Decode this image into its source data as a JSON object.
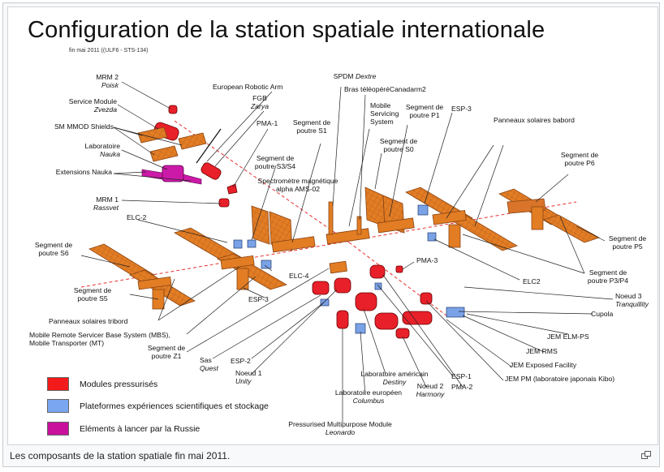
{
  "title": "Configuration de la station spatiale internationale",
  "subtitle": "fin mai 2011 ((ULF6 - STS-134)",
  "caption": "Les composants de la station spatiale fin mai 2011.",
  "colors": {
    "truss": "#e0802a",
    "truss_dark": "#a8521a",
    "pressurized": "#e8202a",
    "platform": "#7aa2e6",
    "russia": "#cc1aa8",
    "leader": "#222222",
    "axis": "#e83030"
  },
  "labels": {
    "mrm2": "MRM 2",
    "poisk": "Poisk",
    "service_module": "Service Module",
    "zvezda": "Zvezda",
    "sm_mmod": "SM MMOD Shields",
    "laboratoire": "Laboratoire",
    "nauka": "Nauka",
    "ext_nauka": "Extensions Nauka",
    "mrm1": "MRM 1",
    "rassvet": "Rassvet",
    "era": "European Robotic Arm",
    "fgb": "FGB",
    "zarya": "Zarya",
    "pma1": "PMA-1",
    "s3s4_l1": "Segment de",
    "s3s4_l2": "poutre S3/S4",
    "s1_l1": "Segment de",
    "s1_l2": "poutre S1",
    "spdm": "SPDM",
    "dextre": "Dextre",
    "canadarm": "Bras télé­opéréCanadarm2",
    "mss_l1": "Mobile",
    "mss_l2": "Servicing",
    "mss_l3": "System",
    "p1_l1": "Segment de",
    "p1_l2": "poutre P1",
    "esp3_top": "ESP-3",
    "panneaux_babord": "Panneaux solaires babord",
    "s0_l1": "Segment de",
    "s0_l2": "poutre S0",
    "ams_l1": "Spectromètre magnétique",
    "ams_l2": "alpha",
    "ams_l3": "AMS-02",
    "p6_l1": "Segment de",
    "p6_l2": "poutre P6",
    "elc2_left": "ELC-2",
    "s6_l1": "Segment de",
    "s6_l2": "poutre S6",
    "p5_l1": "Segment de",
    "p5_l2": "poutre P5",
    "elc4": "ELC-4",
    "pma3": "PMA-3",
    "elc2_right": "ELC2",
    "p3p4_l1": "Segment de",
    "p3p4_l2": "poutre P3/P4",
    "s5_l1": "Segment de",
    "s5_l2": "poutre S5",
    "esp3_bottom": "ESP-3",
    "noeud3": "Noeud 3",
    "tranquility": "Tranquillity",
    "cupola": "Cupola",
    "tribord": "Panneaux solaires tribord",
    "mbs_l1": "Mobile Remote Servicer Base System (MBS),",
    "mbs_l2": "Mobile Transporter (MT)",
    "jem_elm": "JEM ELM-PS",
    "z1_l1": "Segment de",
    "z1_l2": "poutre Z1",
    "jem_rms": "JEM RMS",
    "sas": "Sas",
    "quest": "Quest",
    "esp2": "ESP-2",
    "jem_ef": "JEM Exposed Facility",
    "noeud1": "Noeud 1",
    "unity": "Unity",
    "destiny_l1": "Laboratoire américain",
    "destiny": "Destiny",
    "esp1": "ESP-1",
    "jem_pm": "JEM PM (laboratoire japonais Kibo)",
    "noeud2": "Noeud 2",
    "harmony": "Harmony",
    "pma2": "PMA-2",
    "columbus_l1": "Laboratoire européen",
    "columbus": "Columbus",
    "leonardo_l1": "Pressurised Multipurpose Module",
    "leonardo": "Leonardo"
  },
  "legend": [
    {
      "label": "Modules pressurisés",
      "color": "#f21a1a"
    },
    {
      "label": "Plateformes expériences scientifiques et stockage",
      "color": "#7aa6f0"
    },
    {
      "label": "Eléments à lancer par la Russie",
      "color": "#c8109c"
    }
  ],
  "icons": {
    "expand": "expand-icon"
  }
}
